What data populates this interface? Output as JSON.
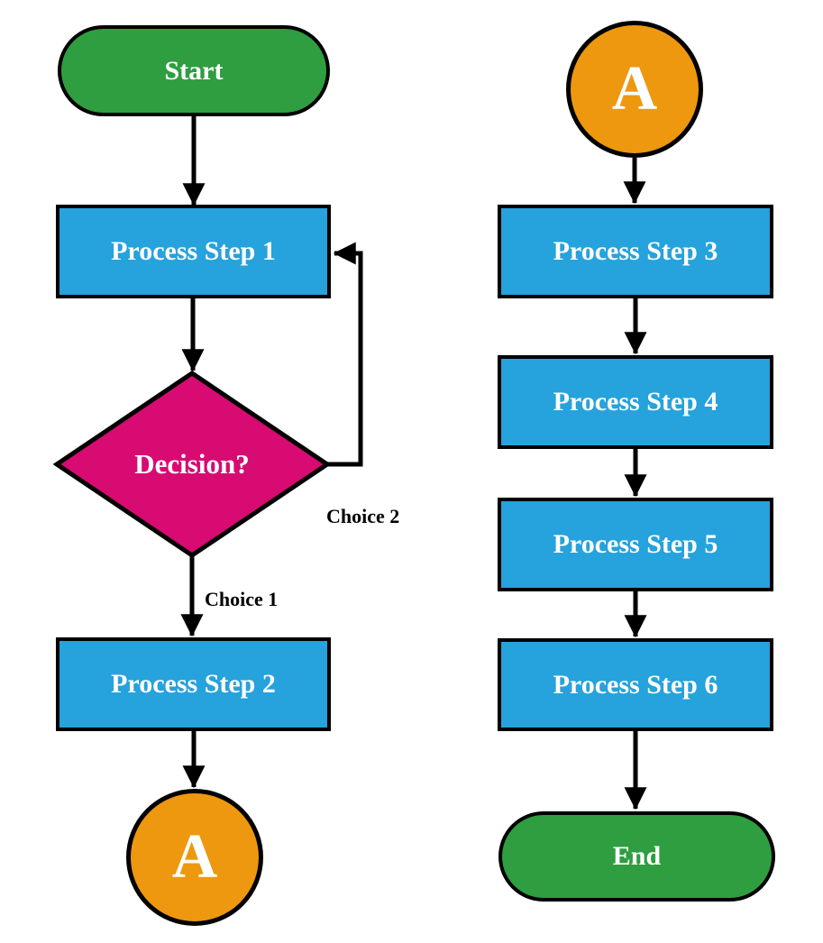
{
  "diagram": {
    "type": "flowchart",
    "nodes": {
      "start": {
        "label": "Start",
        "shape": "terminator"
      },
      "process1": {
        "label": "Process Step 1",
        "shape": "process"
      },
      "decision1": {
        "label": "Decision?",
        "shape": "decision"
      },
      "process2": {
        "label": "Process Step 2",
        "shape": "process"
      },
      "connector_a_out": {
        "label": "A",
        "shape": "connector-circle"
      },
      "connector_a_in": {
        "label": "A",
        "shape": "connector-circle"
      },
      "process3": {
        "label": "Process Step 3",
        "shape": "process"
      },
      "process4": {
        "label": "Process Step 4",
        "shape": "process"
      },
      "process5": {
        "label": "Process Step 5",
        "shape": "process"
      },
      "process6": {
        "label": "Process Step 6",
        "shape": "process"
      },
      "end": {
        "label": "End",
        "shape": "terminator"
      }
    },
    "edges": {
      "choice1": {
        "label": "Choice 1",
        "from": "decision1",
        "to": "process2"
      },
      "choice2": {
        "label": "Choice 2",
        "from": "decision1",
        "to": "process1"
      }
    },
    "colors": {
      "terminator_fill": "#2e9e40",
      "process_fill": "#26a2dc",
      "decision_fill": "#d80b73",
      "connector_fill": "#ed980f",
      "stroke": "#000000",
      "node_text": "#ffffff",
      "edge_label_text": "#000000",
      "background": "#ffffff"
    }
  }
}
